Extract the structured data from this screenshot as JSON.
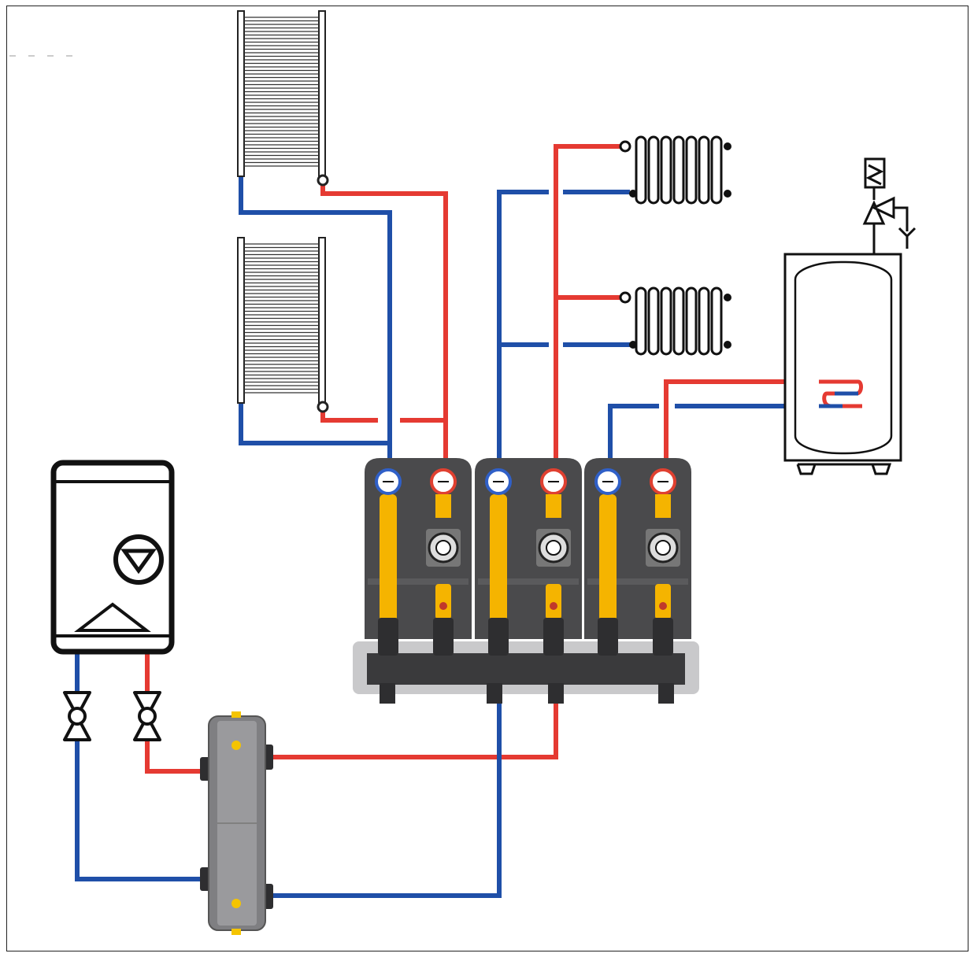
{
  "diagram": {
    "description_visible_text": "",
    "colors": {
      "supply": "#e53a32",
      "return": "#1f4fa8",
      "module_body": "#4a4a4c",
      "pipe_yellow": "#f5b400",
      "separator": "#8a8a8c",
      "outline": "#111111"
    },
    "components": {
      "boiler": {
        "icon": "boiler-icon"
      },
      "towel_radiators": {
        "count": 2,
        "icon": "towel-radiator-icon"
      },
      "section_radiators": {
        "count": 2,
        "icon": "radiator-icon"
      },
      "dhw_tank": {
        "icon": "water-heater-tank-icon"
      },
      "safety_valve": {
        "icon": "safety-valve-icon"
      },
      "pump_modules": {
        "count": 3,
        "icon": "pump-group-icon"
      },
      "hydraulic_separator": {
        "icon": "hydraulic-separator-icon"
      },
      "shutoff_valves": {
        "count": 2,
        "icon": "ball-valve-icon"
      }
    }
  }
}
